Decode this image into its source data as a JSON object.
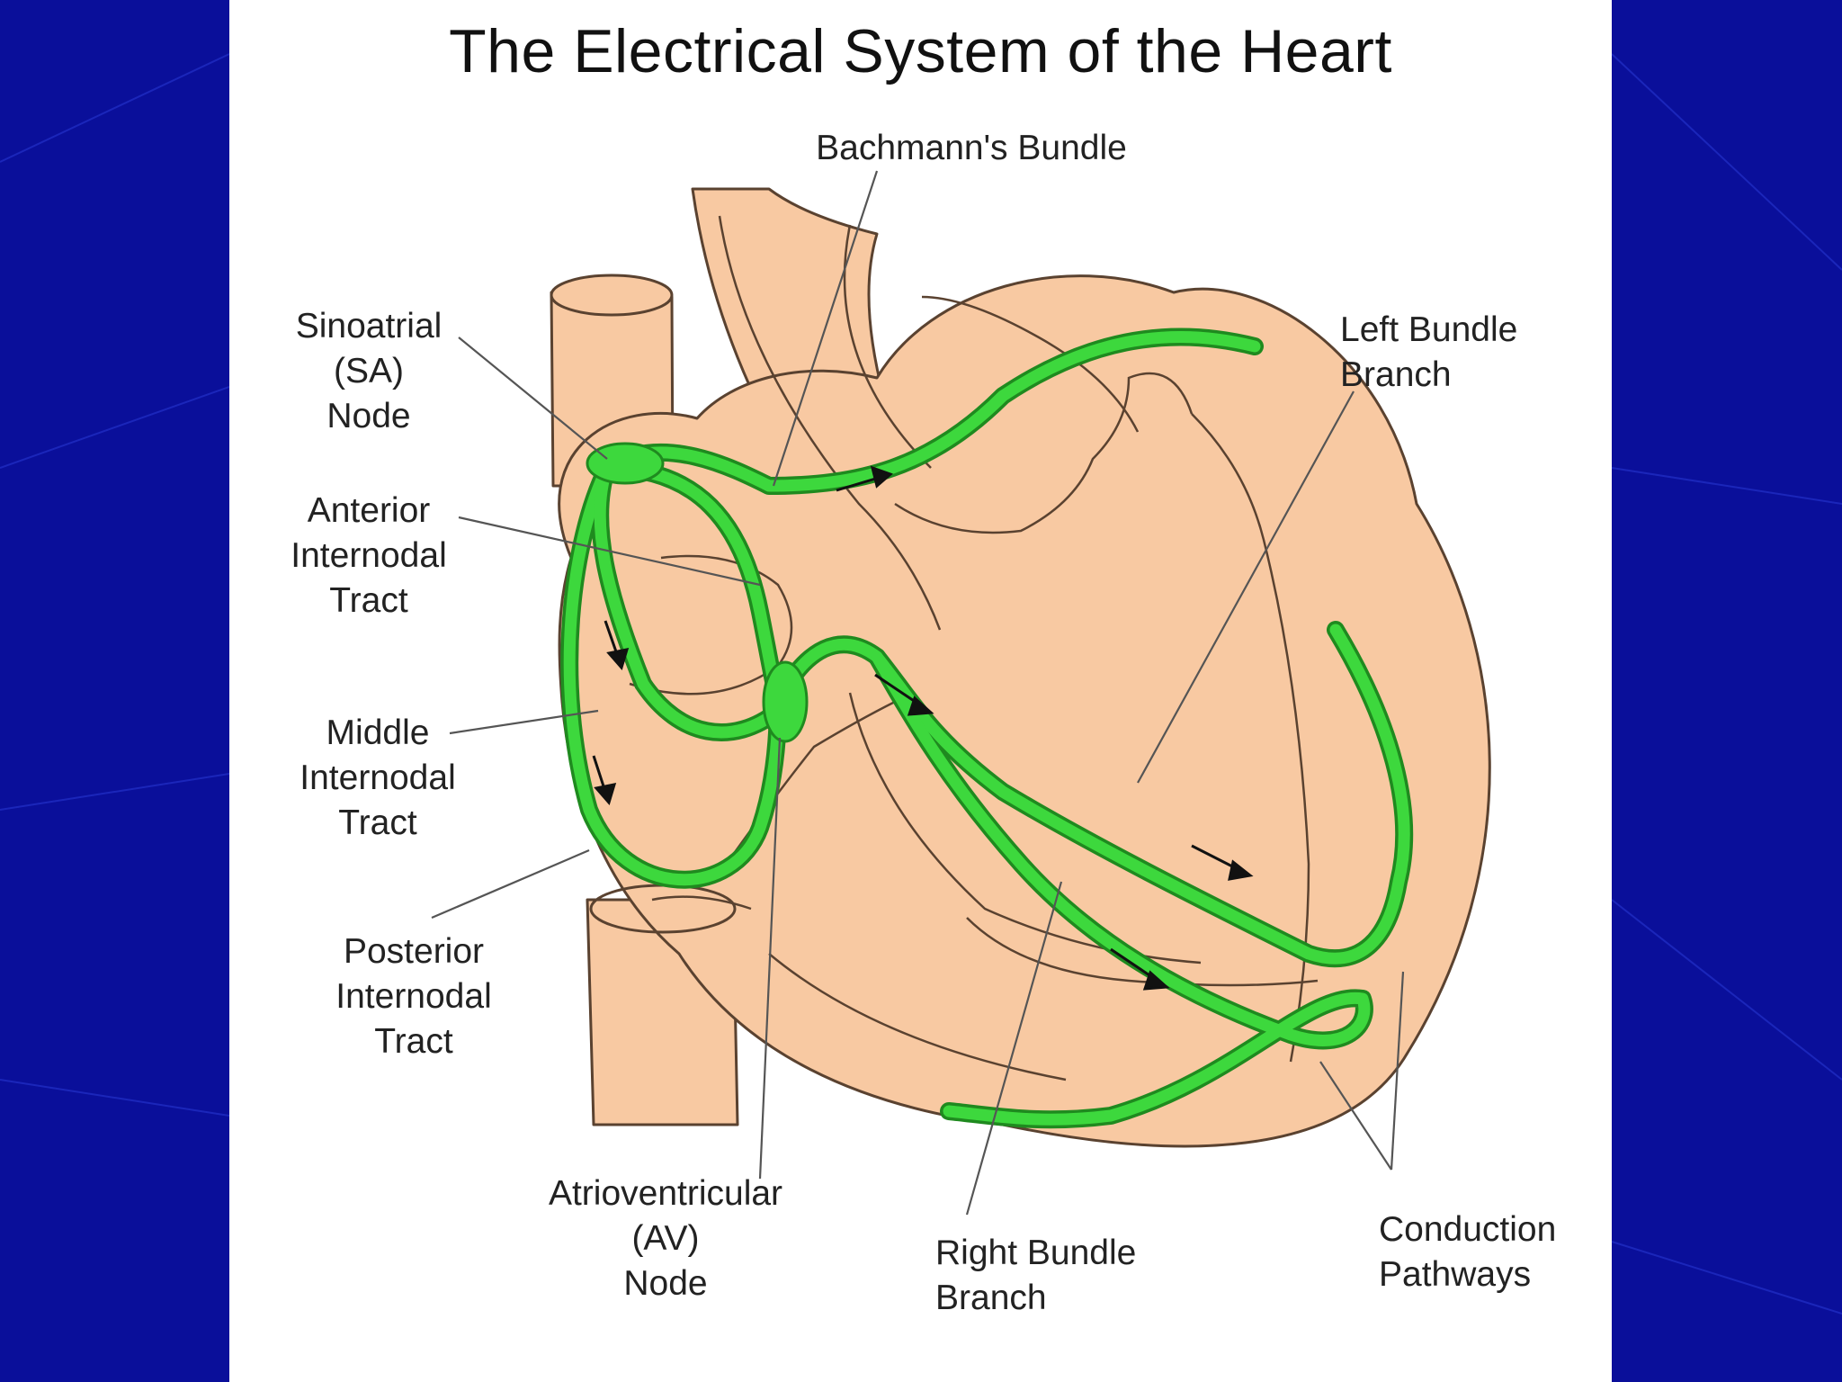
{
  "title": "The Electrical System of the Heart",
  "labels": {
    "bachmann": {
      "lines": [
        "Bachmann's Bundle"
      ]
    },
    "sa_node": {
      "lines": [
        "Sinoatrial",
        "(SA)",
        "Node"
      ]
    },
    "anterior": {
      "lines": [
        "Anterior",
        "Internodal",
        "Tract"
      ]
    },
    "middle": {
      "lines": [
        "Middle",
        "Internodal",
        "Tract"
      ]
    },
    "posterior": {
      "lines": [
        "Posterior",
        "Internodal",
        "Tract"
      ]
    },
    "av_node": {
      "lines": [
        "Atrioventricular",
        "(AV)",
        "Node"
      ]
    },
    "right_bundle": {
      "lines": [
        "Right Bundle",
        "Branch"
      ]
    },
    "left_bundle": {
      "lines": [
        "Left Bundle",
        "Branch"
      ]
    },
    "conduction": {
      "lines": [
        "Conduction",
        "Pathways"
      ]
    }
  },
  "colors": {
    "background": "#0a0f9a",
    "heart": "#f8c9a2",
    "outline": "#5a4230",
    "pathway": "#3dd83d",
    "pathway_edge": "#1f8a1f",
    "leader": "#555555"
  }
}
